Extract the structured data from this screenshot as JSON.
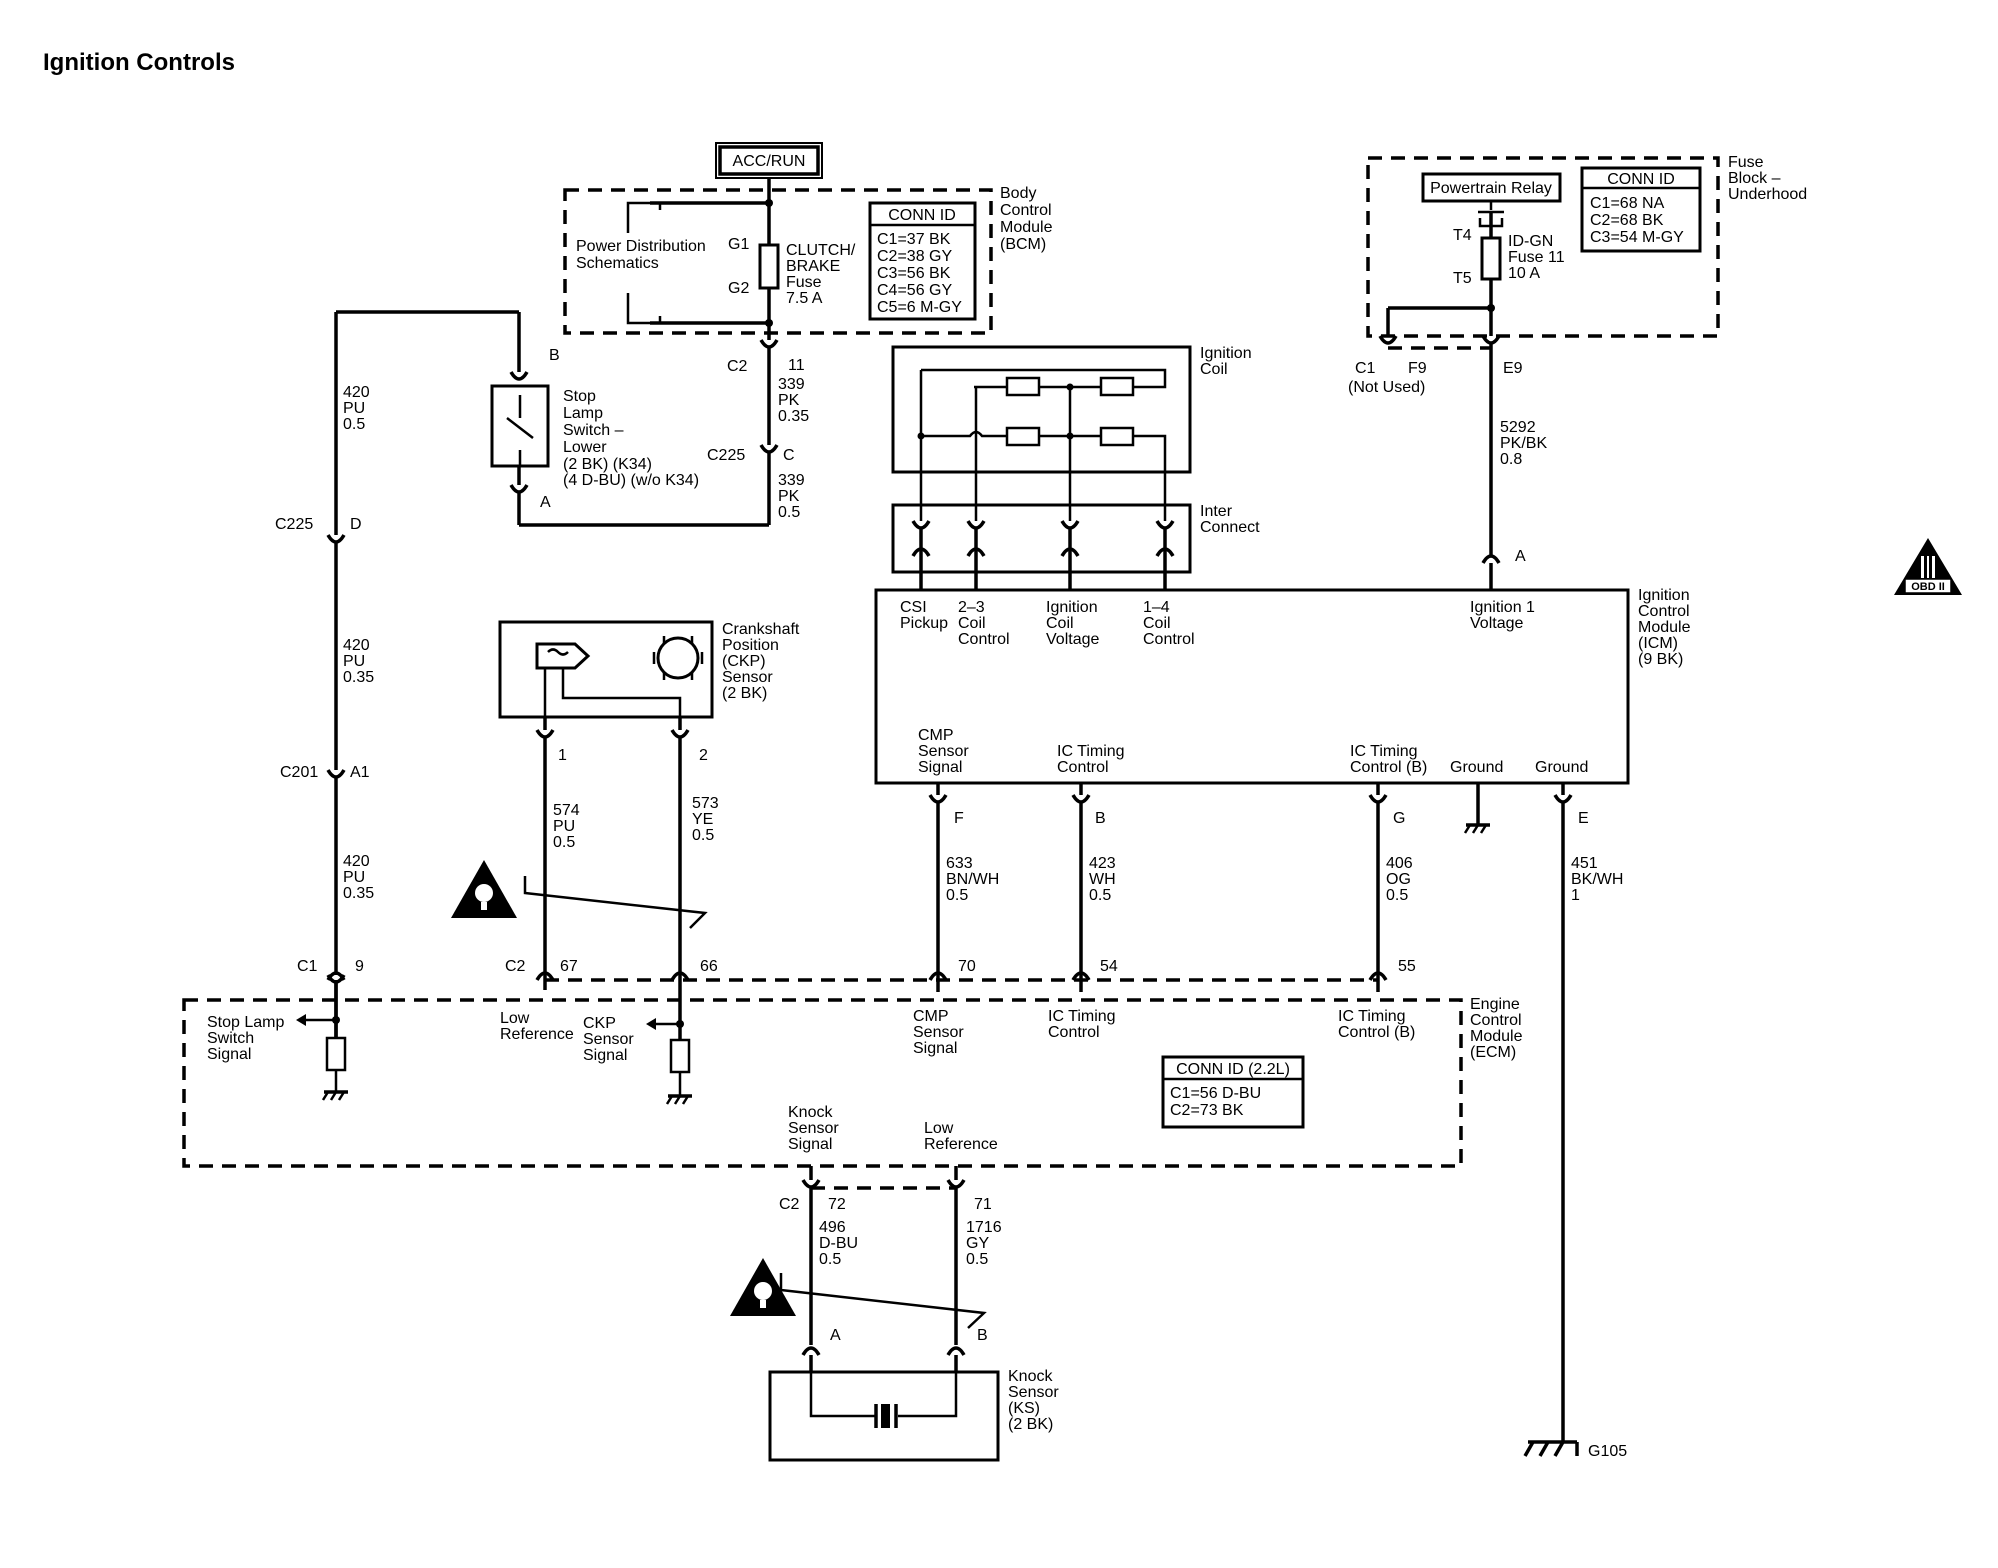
{
  "title": "Ignition Controls",
  "acc_run": "ACC/RUN",
  "bcm": {
    "name": [
      "Body",
      "Control",
      "Module",
      "(BCM)"
    ],
    "pds": [
      "Power Distribution",
      "Schematics"
    ],
    "g1": "G1",
    "g2": "G2",
    "fuse": [
      "CLUTCH/",
      "BRAKE",
      "Fuse",
      "7.5 A"
    ],
    "conn_title": "CONN ID",
    "conn": [
      "C1=37 BK",
      "C2=38 GY",
      "C3=56 BK",
      "C4=56 GY",
      "C5=6 M-GY"
    ]
  },
  "wire_bcm_out": {
    "conn": "C2",
    "pin": "11",
    "lines": [
      "339",
      "PK",
      "0.35"
    ]
  },
  "c225_mid": {
    "conn": "C225",
    "pin": "C"
  },
  "wire_to_switch": [
    "339",
    "PK",
    "0.5"
  ],
  "stop_lamp_switch": {
    "pin_b": "B",
    "pin_a": "A",
    "name": [
      "Stop",
      "Lamp",
      "Switch –",
      "Lower",
      "(2 BK) (K34)",
      "(4 D-BU) (w/o K34)"
    ]
  },
  "left_wire": {
    "seg1": [
      "420",
      "PU",
      "0.5"
    ],
    "c225": {
      "conn": "C225",
      "pin": "D"
    },
    "seg2": [
      "420",
      "PU",
      "0.35"
    ],
    "c201": {
      "conn": "C201",
      "pin": "A1"
    },
    "seg3": [
      "420",
      "PU",
      "0.35"
    ],
    "c1": {
      "conn": "C1",
      "pin": "9"
    }
  },
  "ckp": {
    "name": [
      "Crankshaft",
      "Position",
      "(CKP)",
      "Sensor",
      "(2 BK)"
    ],
    "pin1": "1",
    "pin2": "2",
    "wire1": [
      "574",
      "PU",
      "0.5"
    ],
    "wire2": [
      "573",
      "YE",
      "0.5"
    ],
    "c2": "C2",
    "ecm_pin1": "67",
    "ecm_pin2": "66"
  },
  "ignition_coil": [
    "Ignition",
    "Coil"
  ],
  "inter_connect": [
    "Inter",
    "Connect"
  ],
  "icm": {
    "name": [
      "Ignition",
      "Control",
      "Module",
      "(ICM)",
      "(9 BK)"
    ],
    "top_labels": [
      [
        "CSI",
        "Pickup"
      ],
      [
        "2–3",
        "Coil",
        "Control"
      ],
      [
        "Ignition",
        "Coil",
        "Voltage"
      ],
      [
        "1–4",
        "Coil",
        "Control"
      ],
      [
        "Ignition 1",
        "Voltage"
      ]
    ],
    "bottom_labels": [
      [
        "CMP",
        "Sensor",
        "Signal"
      ],
      [
        "IC Timing",
        "Control"
      ],
      [
        "IC Timing",
        "Control (B)"
      ],
      [
        "Ground"
      ],
      [
        "Ground"
      ]
    ],
    "pin_a": "A",
    "pins_bottom": [
      "F",
      "B",
      "G",
      "E"
    ]
  },
  "icm_wires": {
    "f": [
      "633",
      "BN/WH",
      "0.5"
    ],
    "b": [
      "423",
      "WH",
      "0.5"
    ],
    "g": [
      "406",
      "OG",
      "0.5"
    ],
    "e": [
      "451",
      "BK/WH",
      "1"
    ],
    "ecm_pins": [
      "70",
      "54",
      "55"
    ]
  },
  "fuse_block": {
    "name": [
      "Fuse",
      "Block –",
      "Underhood"
    ],
    "relay": "Powertrain Relay",
    "t4": "T4",
    "t5": "T5",
    "fuse": [
      "ID-GN",
      "Fuse 11",
      "10 A"
    ],
    "conn_title": "CONN ID",
    "conn": [
      "C1=68 NA",
      "C2=68 BK",
      "C3=54 M-GY"
    ],
    "c1": "C1",
    "not_used": "(Not Used)",
    "f9": "F9",
    "e9": "E9",
    "wire": [
      "5292",
      "PK/BK",
      "0.8"
    ]
  },
  "obd": "OBD II",
  "ecm": {
    "name": [
      "Engine",
      "Control",
      "Module",
      "(ECM)"
    ],
    "stop_lamp_signal": [
      "Stop Lamp",
      "Switch",
      "Signal"
    ],
    "low_ref": [
      "Low",
      "Reference"
    ],
    "ckp_signal": [
      "CKP",
      "Sensor",
      "Signal"
    ],
    "cmp_signal": [
      "CMP",
      "Sensor",
      "Signal"
    ],
    "ic_timing": [
      "IC Timing",
      "Control"
    ],
    "ic_timing_b": [
      "IC Timing",
      "Control (B)"
    ],
    "knock_signal": [
      "Knock",
      "Sensor",
      "Signal"
    ],
    "low_ref2": [
      "Low",
      "Reference"
    ],
    "conn_title": "CONN ID (2.2L)",
    "conn": [
      "C1=56 D-BU",
      "C2=73 BK"
    ]
  },
  "knock": {
    "c2": "C2",
    "pin72": "72",
    "pin71": "71",
    "wire1": [
      "496",
      "D-BU",
      "0.5"
    ],
    "wire2": [
      "1716",
      "GY",
      "0.5"
    ],
    "pin_a": "A",
    "pin_b": "B",
    "name": [
      "Knock",
      "Sensor",
      "(KS)",
      "(2 BK)"
    ]
  },
  "ground": "G105"
}
